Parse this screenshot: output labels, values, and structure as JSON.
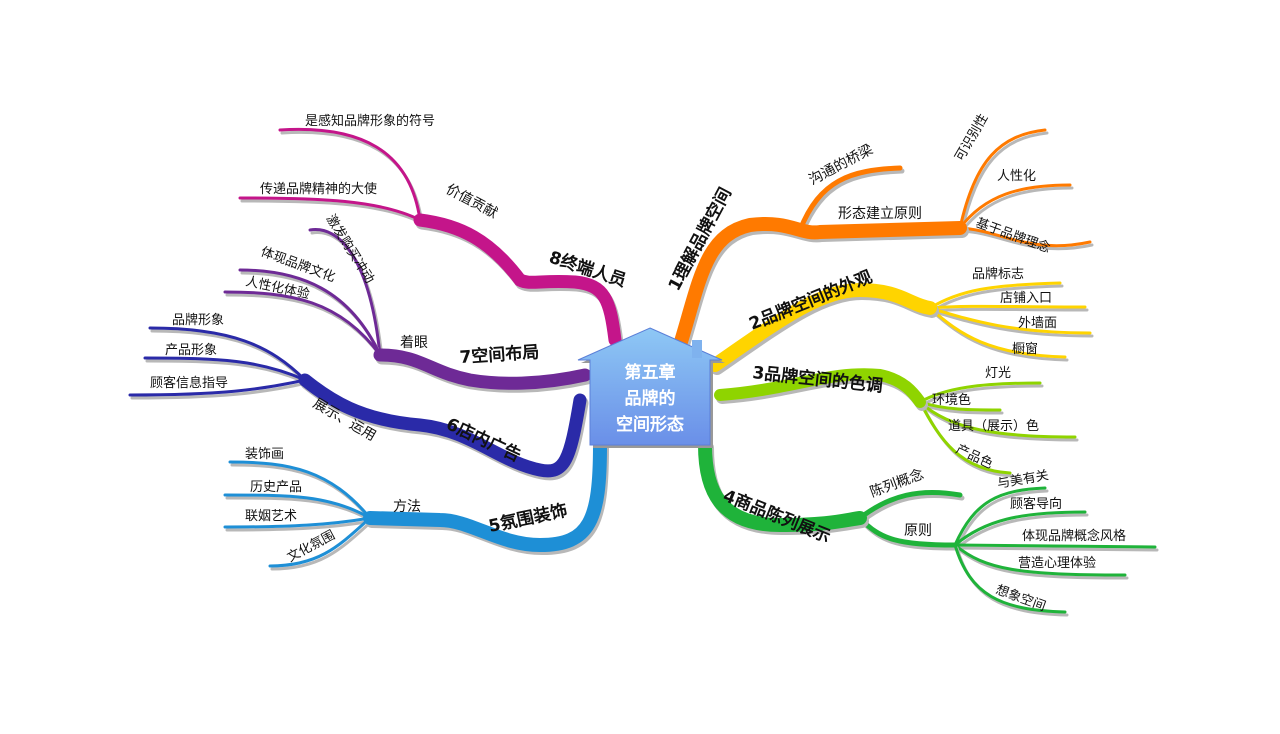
{
  "center": {
    "lines": [
      "第五章",
      "品牌的",
      "空间形态"
    ],
    "color": "#6a8fe8"
  },
  "branches": [
    {
      "label": "1理解品牌空间",
      "color": "#ff7a00",
      "subs": [
        {
          "label": "沟通的桥梁",
          "leaves": []
        },
        {
          "label": "形态建立原则",
          "leaves": [
            "可识别性",
            "人性化",
            "基于品牌理念"
          ]
        }
      ]
    },
    {
      "label": "2品牌空间的外观",
      "color": "#ffd400",
      "subs": [
        {
          "label": "",
          "leaves": [
            "品牌标志",
            "店铺入口",
            "外墙面",
            "橱窗"
          ]
        }
      ]
    },
    {
      "label": "3品牌空间的色调",
      "color": "#8fd400",
      "subs": [
        {
          "label": "",
          "leaves": [
            "灯光",
            "环境色",
            "道具（展示）色",
            "产品色"
          ]
        }
      ]
    },
    {
      "label": "4商品陈列展示",
      "color": "#1fb33a",
      "subs": [
        {
          "label": "陈列概念",
          "leaves": []
        },
        {
          "label": "原则",
          "leaves": [
            "与美有关",
            "顾客导向",
            "体现品牌概念风格",
            "营造心理体验",
            "想象空间"
          ]
        }
      ]
    },
    {
      "label": "5氛围装饰",
      "color": "#1e8fd6",
      "subs": [
        {
          "label": "方法",
          "leaves": [
            "装饰画",
            "历史产品",
            "联姻艺术",
            "文化氛围"
          ]
        }
      ]
    },
    {
      "label": "6店内广告",
      "color": "#2a2aa8",
      "subs": [
        {
          "label": "展示、运用",
          "leaves": [
            "品牌形象",
            "产品形象",
            "顾客信息指导"
          ]
        }
      ]
    },
    {
      "label": "7空间布局",
      "color": "#6e2a96",
      "subs": [
        {
          "label": "着眼",
          "leaves": [
            "激发购买冲动",
            "体现品牌文化",
            "人性化体验"
          ]
        }
      ]
    },
    {
      "label": "8终端人员",
      "color": "#c4158a",
      "subs": [
        {
          "label": "价值贡献",
          "leaves": [
            "是感知品牌形象的符号",
            "传递品牌精神的大使"
          ]
        }
      ]
    }
  ]
}
